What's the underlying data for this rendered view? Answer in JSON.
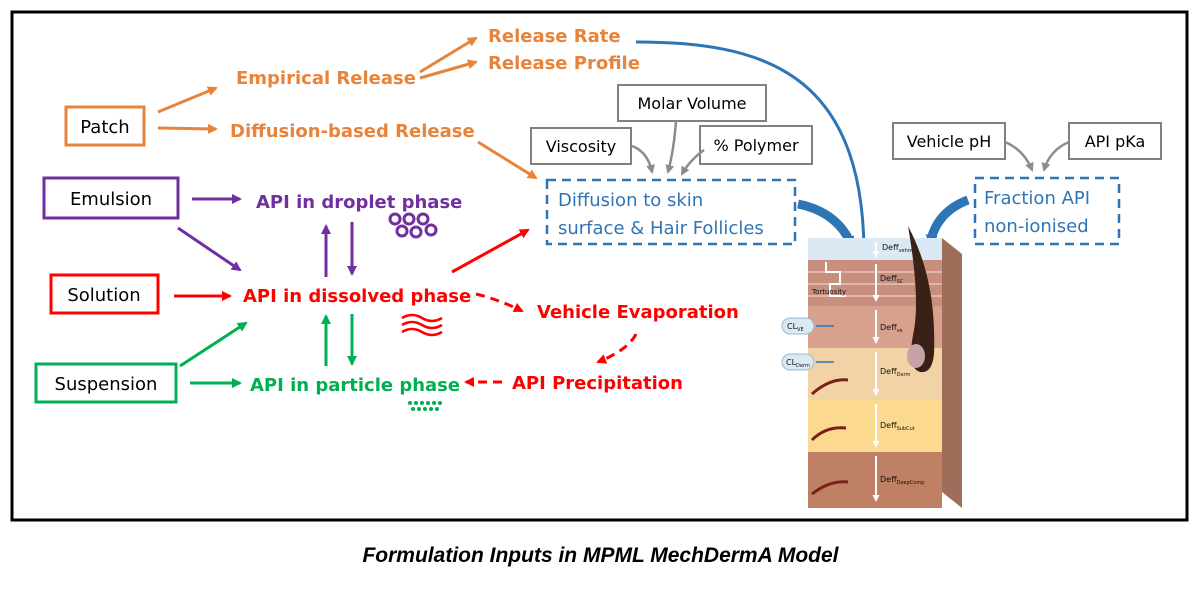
{
  "colors": {
    "orange": "#E8833A",
    "purple": "#7030A0",
    "red": "#FF0000",
    "green": "#00B050",
    "blue": "#2E75B6",
    "gray": "#808080"
  },
  "inputs": {
    "patch": "Patch",
    "emulsion": "Emulsion",
    "solution": "Solution",
    "suspension": "Suspension"
  },
  "release": {
    "empirical": "Empirical Release",
    "diffusion_based": "Diffusion-based Release",
    "rate": "Release Rate",
    "profile": "Release Profile"
  },
  "phases": {
    "droplet": "API in droplet phase",
    "dissolved": "API in dissolved phase",
    "particle": "API in particle phase",
    "evaporation": "Vehicle Evaporation",
    "precipitation": "API Precipitation"
  },
  "parameters": {
    "molar_volume": "Molar Volume",
    "viscosity": "Viscosity",
    "polymer": "% Polymer",
    "vehicle_ph": "Vehicle pH",
    "api_pka": "API pKa"
  },
  "diffusion": {
    "line1": "Diffusion to skin",
    "line2": "surface & Hair Follicles"
  },
  "fraction": {
    "line1": "Fraction API",
    "line2": "non-ionised"
  },
  "skin": {
    "deff_vehicle": "Deff",
    "deff_vehicle_sub": "vehm",
    "deff_sc": "Deff",
    "deff_sc_sub": "SC",
    "deff_ve": "Deff",
    "deff_ve_sub": "ve",
    "deff_derm": "Deff",
    "deff_derm_sub": "Derm",
    "deff_subcut": "Deff",
    "deff_subcut_sub": "SubCut",
    "deff_deep": "Deff",
    "deff_deep_sub": "DeepComp",
    "tortuosity": "Tortuosity",
    "cl_ve": "CL",
    "cl_ve_sub": "VE",
    "cl_derm": "CL",
    "cl_derm_sub": "Derm"
  },
  "caption": "Formulation Inputs in MPML MechDermA Model"
}
